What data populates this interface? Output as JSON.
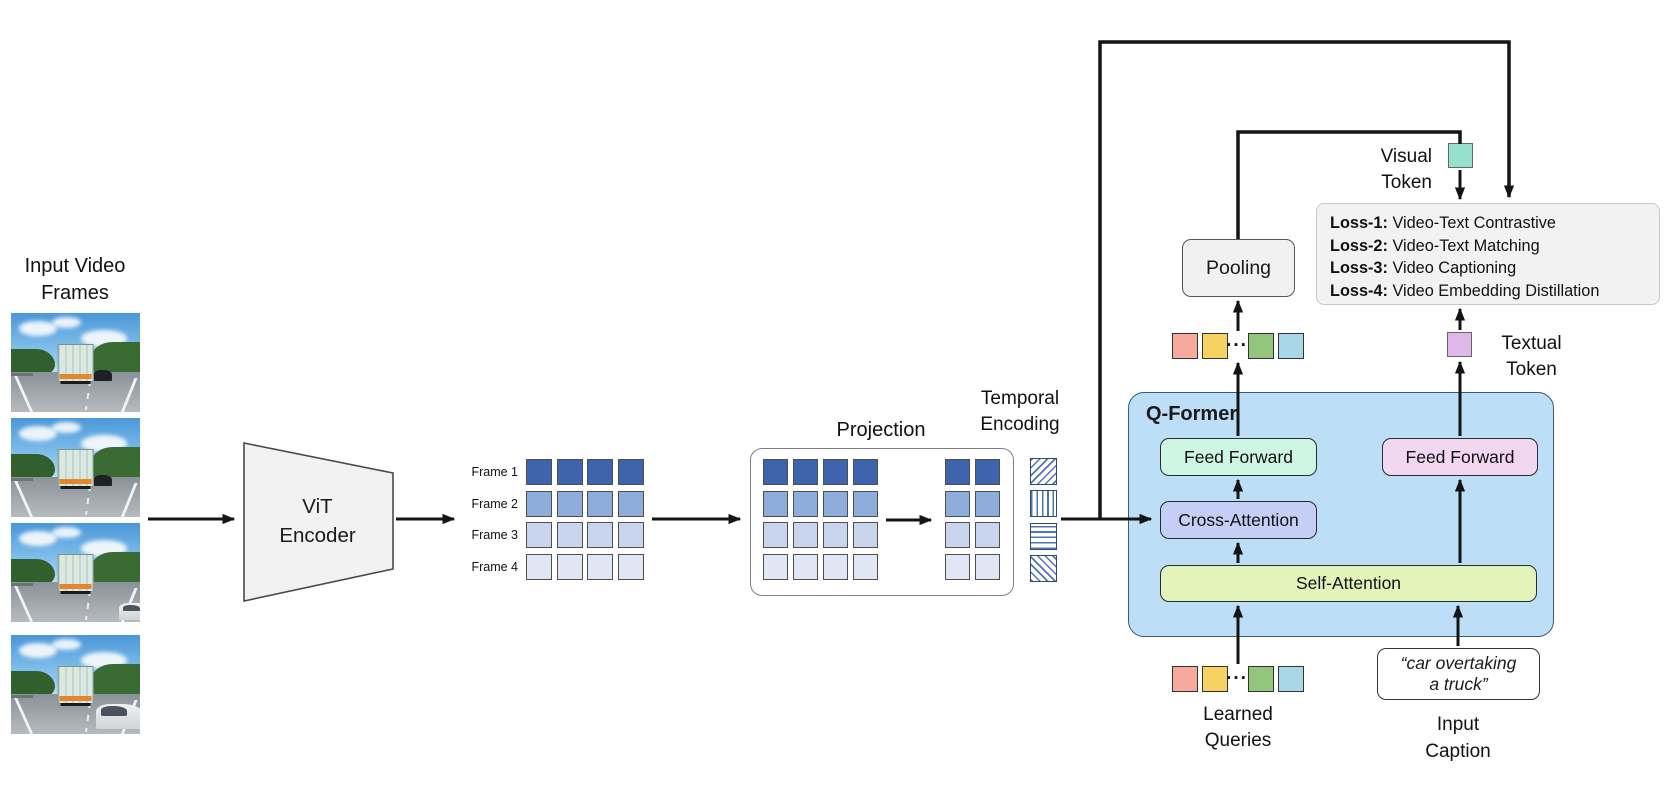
{
  "video": {
    "title_line1": "Input Video",
    "title_line2": "Frames",
    "frame_labels": [
      "Frame 1",
      "Frame 2",
      "Frame 3",
      "Frame 4"
    ],
    "frames": [
      {
        "name": "video-frame-1",
        "alt": "dashcam highway, container truck ahead, dark car on right lane",
        "vehicles": [
          "truck",
          "dark-car"
        ]
      },
      {
        "name": "video-frame-2",
        "alt": "dashcam highway, container truck ahead, dark car beside truck",
        "vehicles": [
          "truck",
          "dark-car"
        ]
      },
      {
        "name": "video-frame-3",
        "alt": "dashcam highway, container truck ahead, white car entering from right",
        "vehicles": [
          "truck",
          "white-car-partial"
        ]
      },
      {
        "name": "video-frame-4",
        "alt": "dashcam highway, white car overtaking the truck",
        "vehicles": [
          "truck",
          "white-car"
        ]
      }
    ]
  },
  "vit": {
    "line1": "ViT",
    "line2": "Encoder"
  },
  "projection": {
    "label": "Projection",
    "full_grid_cols": 4,
    "reduced_grid_cols": 2,
    "grid_rows": 4
  },
  "temporal": {
    "line1": "Temporal",
    "line2": "Encoding",
    "patterns": [
      "diagonal-up",
      "vertical",
      "horizontal",
      "diagonal-down"
    ]
  },
  "qformer": {
    "label": "Q-Former",
    "feed_forward_left": "Feed Forward",
    "cross_attention": "Cross-Attention",
    "self_attention": "Self-Attention",
    "feed_forward_right": "Feed Forward"
  },
  "pooling": {
    "label": "Pooling"
  },
  "visual_token": {
    "line1": "Visual",
    "line2": "Token"
  },
  "textual_token": {
    "line1": "Textual",
    "line2": "Token"
  },
  "loss_box": {
    "items": [
      {
        "bold": "Loss-1:",
        "text": "Video-Text Contrastive"
      },
      {
        "bold": "Loss-2:",
        "text": "Video-Text Matching"
      },
      {
        "bold": "Loss-3:",
        "text": "Video Captioning"
      },
      {
        "bold": "Loss-4:",
        "text": "Video Embedding Distillation"
      }
    ]
  },
  "learned_queries": {
    "line1": "Learned",
    "line2": "Queries",
    "ellipsis": "···"
  },
  "input_caption": {
    "text_line1": "“car overtaking",
    "text_line2": "a truck”",
    "label_line1": "Input",
    "label_line2": "Caption"
  },
  "palette": {
    "frame_row_blues": [
      "#3E64AE",
      "#8FADDB",
      "#C8D5EC",
      "#E0E6F4"
    ],
    "qformer_bg": "#BCDEF7",
    "feed_forward_left_bg": "#CFF5E3",
    "cross_attention_bg": "#C5CFF5",
    "self_attention_bg": "#E2F4B9",
    "feed_forward_right_bg": "#F2D7F0",
    "visual_token_color": "#97E0CF",
    "textual_token_color": "#DFB8EA",
    "query_token_colors": [
      "#F6A99C",
      "#F6D263",
      "#93C57D",
      "#A9D7E8"
    ],
    "temporal_hatch_color": "#4F74B8",
    "gray_box_bg": "#F1F1F1",
    "arrow_color": "#141414"
  }
}
